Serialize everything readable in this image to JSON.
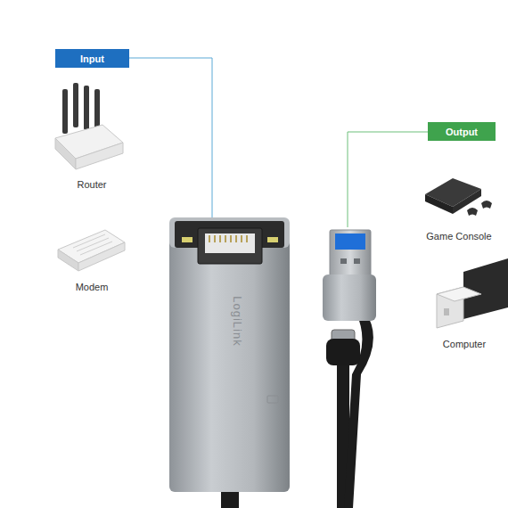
{
  "diagram": {
    "nodes": [
      {
        "text": [
          "Input"
        ]
      },
      {
        "text": [
          "Output"
        ]
      }
    ],
    "labels": [
      "Router",
      "Modem",
      "Game Console",
      "Computer",
      "LogiLink"
    ]
  }
}
